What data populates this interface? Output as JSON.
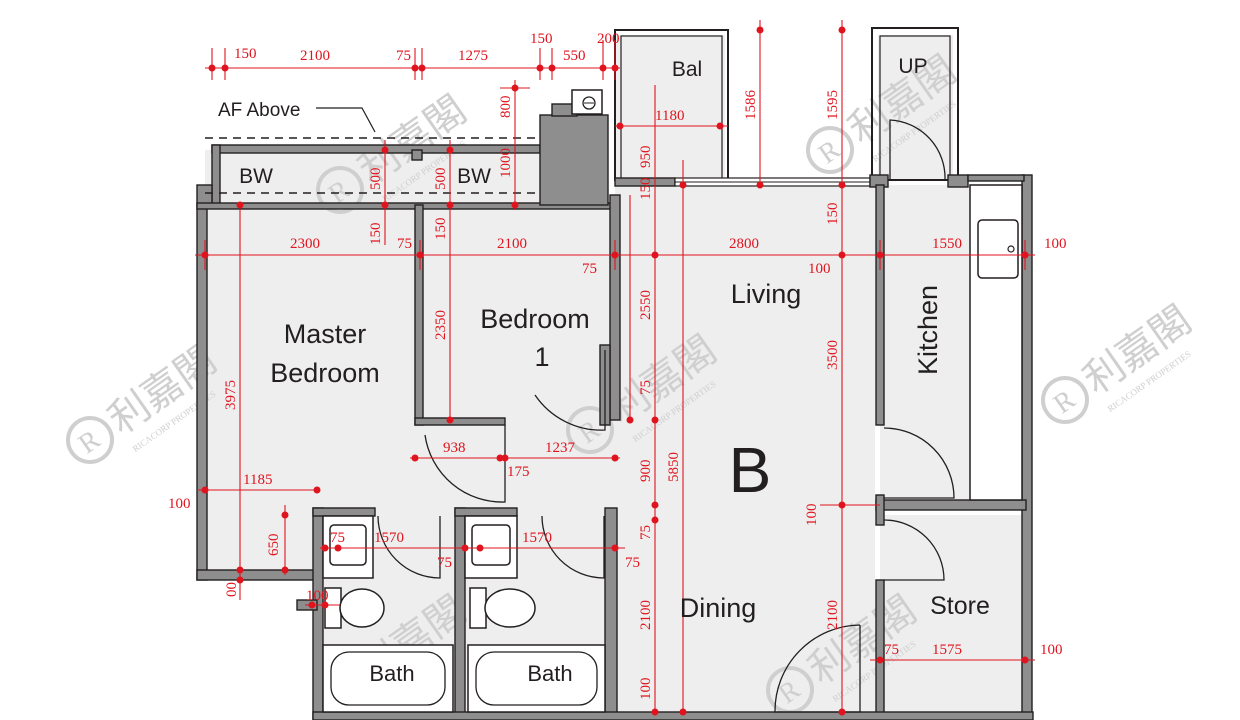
{
  "rooms": {
    "master_bedroom_line1": "Master",
    "master_bedroom_line2": "Bedroom",
    "bedroom1_line1": "Bedroom",
    "bedroom1_line2": "1",
    "living": "Living",
    "dining": "Dining",
    "kitchen": "Kitchen",
    "store": "Store",
    "bath_left": "Bath",
    "bath_right": "Bath",
    "balcony": "Bal",
    "bay_window_left": "BW",
    "bay_window_right": "BW",
    "utility_platform": "UP",
    "unit_label": "B"
  },
  "annotations": {
    "af_above": "AF Above"
  },
  "dimensions": {
    "top_150": "150",
    "top_2100": "2100",
    "top_75": "75",
    "top_1275": "1275",
    "top_150b": "150",
    "top_550": "550",
    "top_200": "200",
    "v_800": "800",
    "v_1000": "1000",
    "v_500a": "500",
    "v_500b": "500",
    "v_150a": "150",
    "v_150b": "150",
    "v_150c": "150",
    "v_950": "950",
    "h_1180": "1180",
    "v_1586": "1586",
    "v_1595": "1595",
    "v_150d": "150",
    "h_2300": "2300",
    "h_75a": "75",
    "h_2100": "2100",
    "h_2800": "2800",
    "h_1550": "1550",
    "h_100r": "100",
    "h_75c": "75",
    "h_100c": "100",
    "v_2350": "2350",
    "v_2550": "2550",
    "v_3500": "3500",
    "v_3975": "3975",
    "v_75a": "75",
    "h_938": "938",
    "h_1237": "1237",
    "h_175": "175",
    "v_900": "900",
    "v_5850": "5850",
    "h_1185": "1185",
    "h_100l": "100",
    "v_100k": "100",
    "v_650": "650",
    "h_75b1": "75",
    "h_1570a": "1570",
    "h_1570b": "1570",
    "v_75b": "75",
    "v_75c": "75",
    "v_75d": "75",
    "v_00": "00",
    "h_100b": "100",
    "v_2100a": "2100",
    "v_2100b": "2100",
    "v_100bot": "100",
    "h_75s": "75",
    "h_1575": "1575",
    "h_100s": "100"
  },
  "watermark": {
    "chinese": "利嘉閣",
    "english": "RICACORP PROPERTIES"
  },
  "colors": {
    "dimension": "#e0141e",
    "wall": "#8e8e8e",
    "floor": "#eeeeee",
    "outline": "#231f20",
    "watermark": "#cfcfcf"
  }
}
